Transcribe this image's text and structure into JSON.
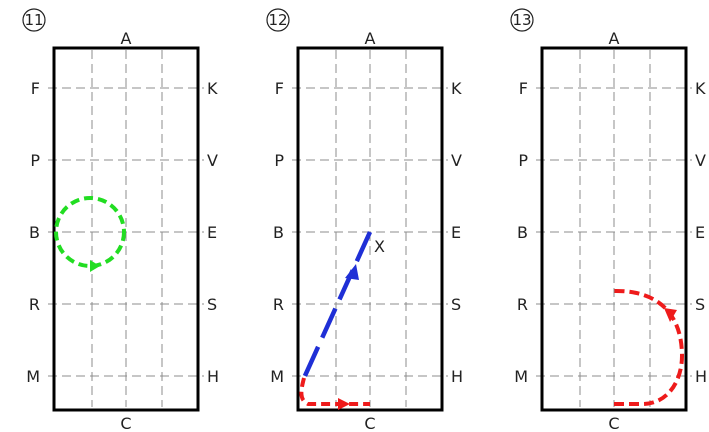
{
  "diagrams": [
    {
      "number": "11",
      "letters": {
        "top": "A",
        "bottom": "C",
        "left": [
          "F",
          "P",
          "B",
          "R",
          "M"
        ],
        "right": [
          "K",
          "V",
          "E",
          "S",
          "H"
        ]
      },
      "figure": {
        "kind": "circle",
        "color": "#22dd22",
        "arrow": "counter-clockwise"
      }
    },
    {
      "number": "12",
      "letters": {
        "top": "A",
        "bottom": "C",
        "left": [
          "F",
          "P",
          "B",
          "R",
          "M"
        ],
        "right": [
          "K",
          "V",
          "E",
          "S",
          "H"
        ]
      },
      "marker": "X",
      "figure": {
        "kind": "diagonal-then-curve",
        "color_line": "#1f2fd6",
        "color_curve": "#ee1b1b"
      }
    },
    {
      "number": "13",
      "letters": {
        "top": "A",
        "bottom": "C",
        "left": [
          "F",
          "P",
          "B",
          "R",
          "M"
        ],
        "right": [
          "K",
          "V",
          "E",
          "S",
          "H"
        ]
      },
      "figure": {
        "kind": "half-circle",
        "color": "#ee1b1b"
      }
    }
  ]
}
